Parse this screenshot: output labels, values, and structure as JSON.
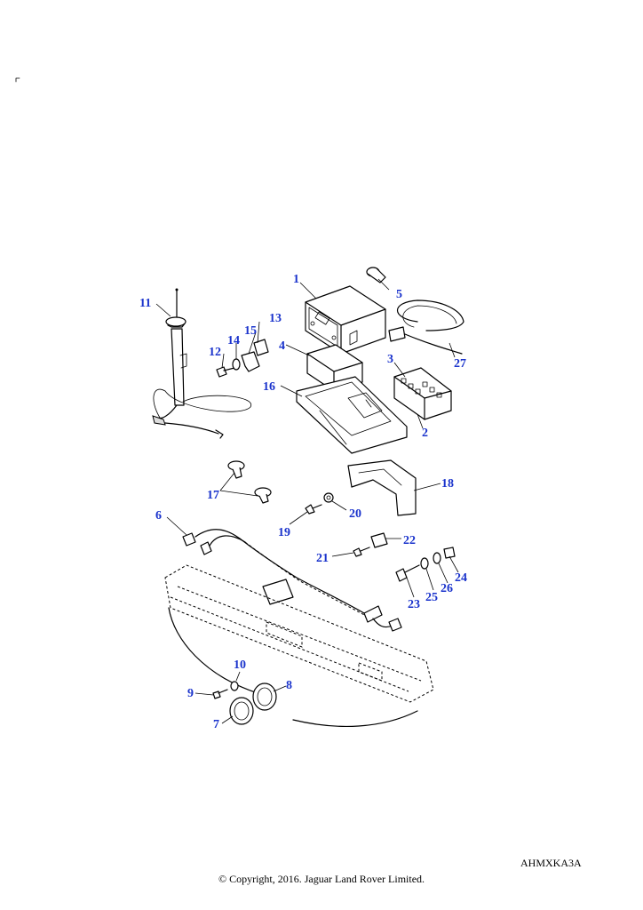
{
  "diagram": {
    "reference_code": "AHMXKA3A",
    "copyright": "© Copyright, 2016. Jaguar Land Rover Limited.",
    "callouts": [
      "1",
      "2",
      "3",
      "4",
      "5",
      "6",
      "7",
      "8",
      "9",
      "10",
      "11",
      "12",
      "13",
      "14",
      "15",
      "16",
      "17",
      "18",
      "19",
      "20",
      "21",
      "22",
      "23",
      "24",
      "25",
      "26",
      "27"
    ],
    "callout_color": "#1a33cc"
  }
}
